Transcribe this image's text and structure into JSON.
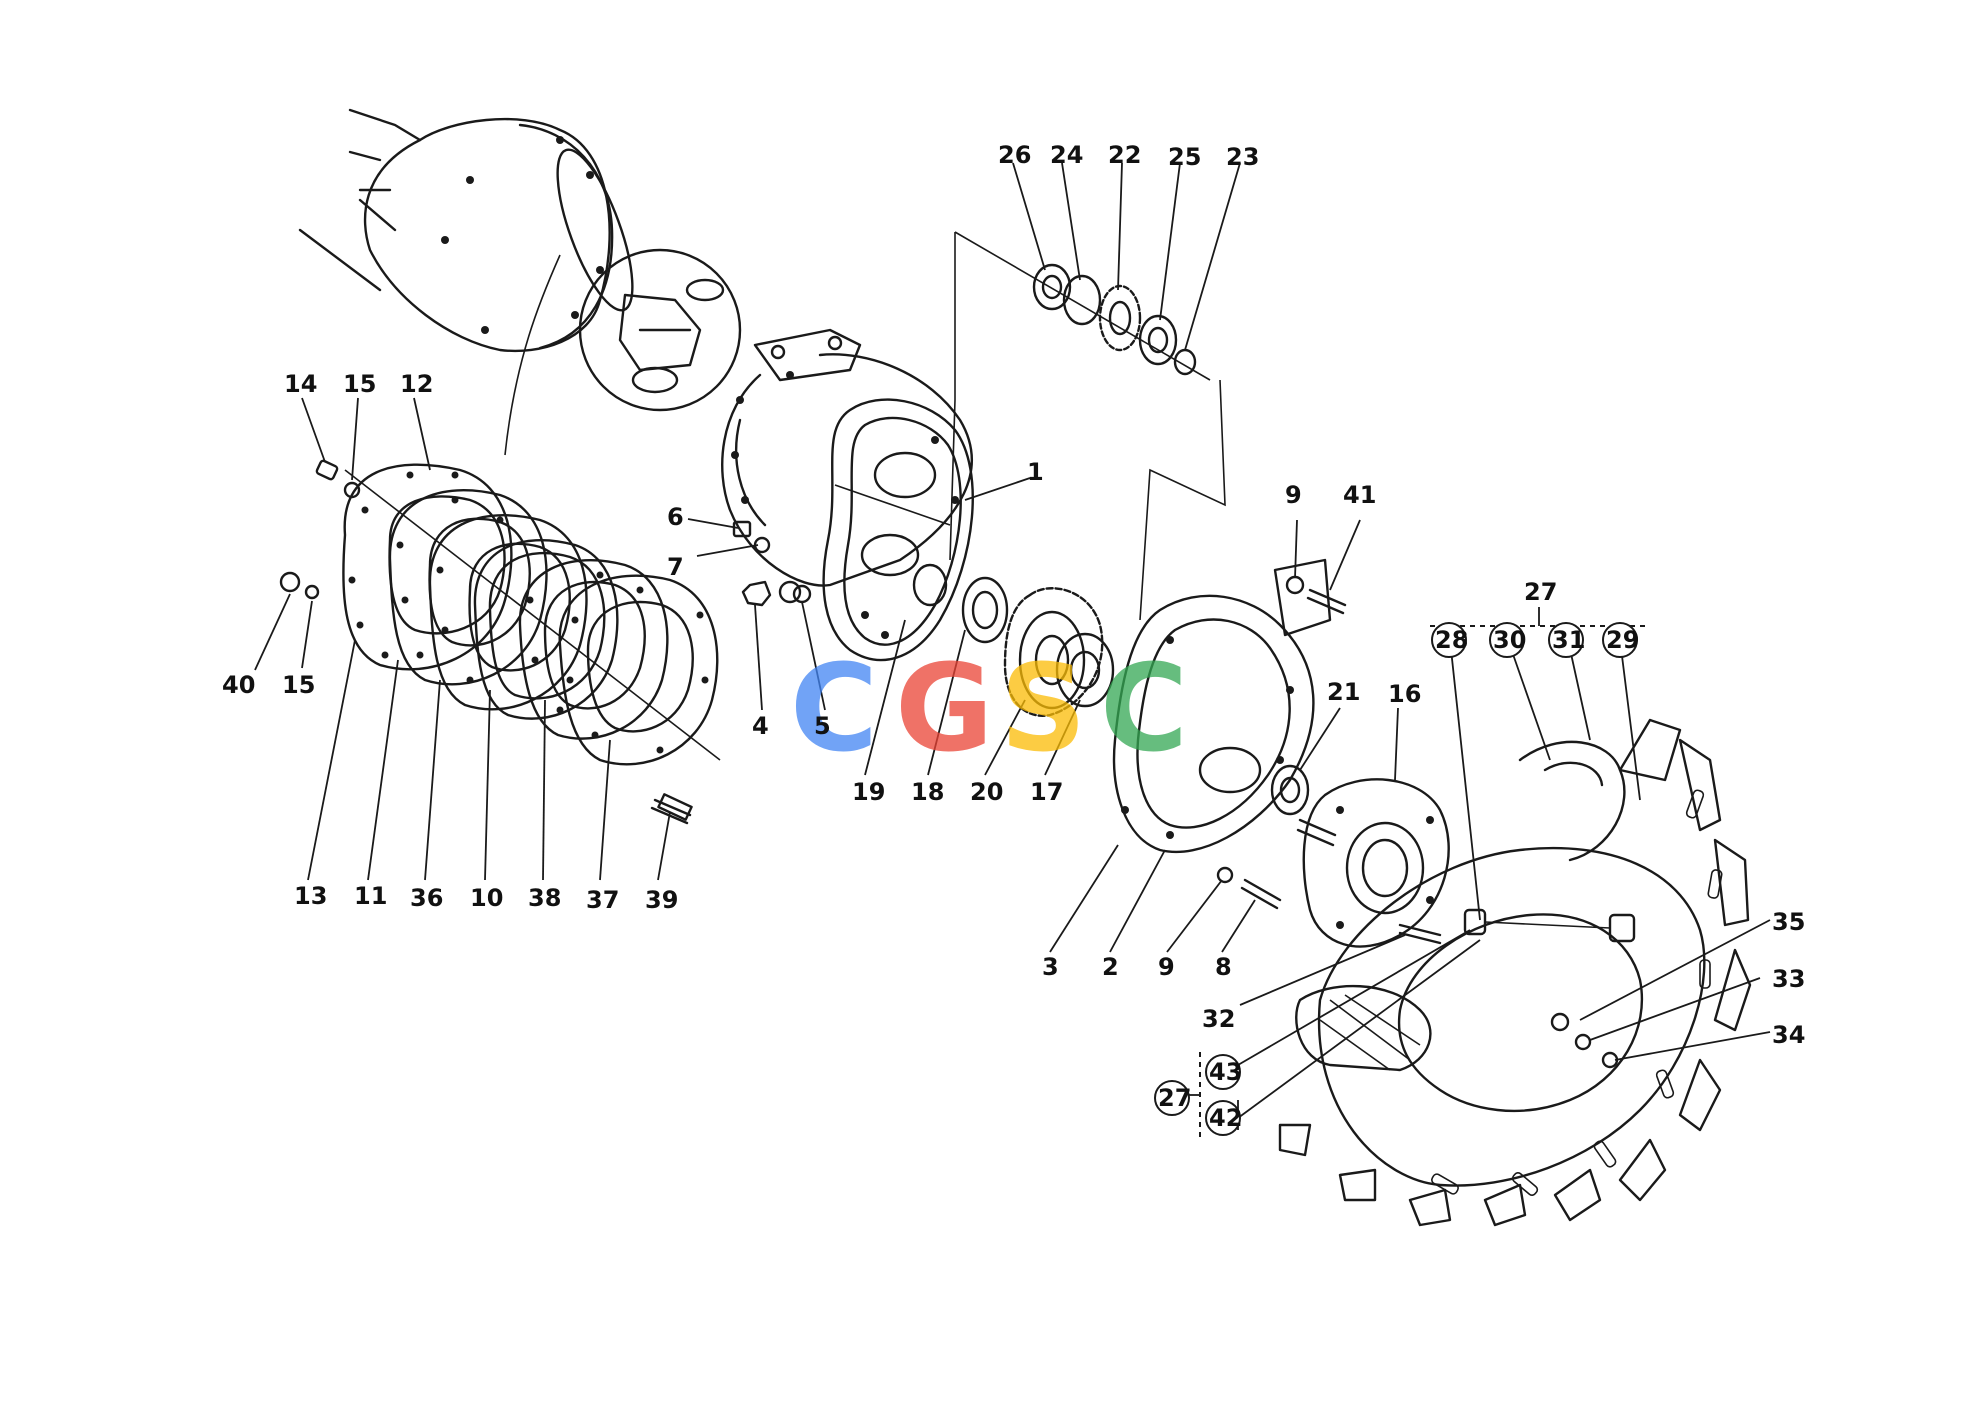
{
  "watermark": {
    "letters": [
      "C",
      "G",
      "S",
      "C"
    ],
    "colors": [
      "#4285f4",
      "#ea4335",
      "#fbbc05",
      "#34a853"
    ]
  },
  "callouts": {
    "c1": "1",
    "c2": "2",
    "c3": "3",
    "c4": "4",
    "c5": "5",
    "c6": "6",
    "c7": "7",
    "c8": "8",
    "c9a": "9",
    "c9b": "9",
    "c10": "10",
    "c11": "11",
    "c12": "12",
    "c13": "13",
    "c14": "14",
    "c15a": "15",
    "c15b": "15",
    "c16": "16",
    "c17": "17",
    "c18": "18",
    "c19": "19",
    "c20": "20",
    "c21": "21",
    "c22": "22",
    "c23": "23",
    "c24": "24",
    "c25": "25",
    "c26": "26",
    "c27a": "27",
    "c27b": "27",
    "c28": "28",
    "c29": "29",
    "c30": "30",
    "c31": "31",
    "c32": "32",
    "c33": "33",
    "c34": "34",
    "c35": "35",
    "c36": "36",
    "c37": "37",
    "c38": "38",
    "c39": "39",
    "c40": "40",
    "c41": "41",
    "c42": "42",
    "c43": "43"
  }
}
